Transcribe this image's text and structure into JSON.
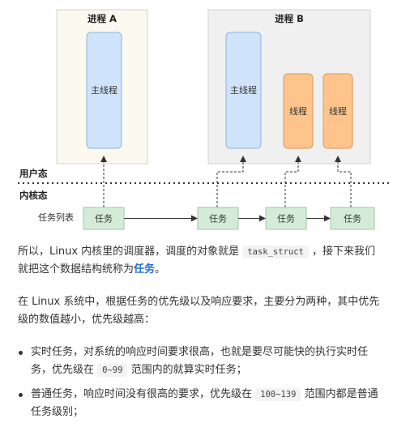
{
  "diagram": {
    "process_a": {
      "title": "进程 A",
      "main_thread": "主线程"
    },
    "process_b": {
      "title": "进程 B",
      "main_thread": "主线程",
      "thread_1": "线程",
      "thread_2": "线程"
    },
    "user_space_label": "用户态",
    "kernel_space_label": "内核态",
    "task_list_label": "任务列表",
    "tasks": [
      "任务",
      "任务",
      "任务",
      "任务"
    ],
    "colors": {
      "process_a_bg": "#fbf8ef",
      "process_b_bg": "#f0f0f0",
      "main_thread_fill": "#cfe3fb",
      "thread_fill": "#ffc48c",
      "task_fill": "#d4ecd7"
    }
  },
  "para1": {
    "before": "所以，Linux 内核里的调度器，调度的对象就是",
    "code": "task_struct",
    "after": "，接下来我们就把这个数据结构统称为",
    "highlight": "任务",
    "end": "。"
  },
  "para2": {
    "text": "在 Linux 系统中，根据任务的优先级以及响应要求，主要分为两种，其中优先级的数值越小，优先级越高："
  },
  "bullets": [
    {
      "before": "实时任务，对系统的响应时间要求很高，也就是要尽可能快的执行实时任务，优先级在",
      "code": "0~99",
      "after": "范围内的就算实时任务；"
    },
    {
      "before": "普通任务，响应时间没有很高的要求，优先级在",
      "code": "100~139",
      "after": "范围内都是普通任务级别；"
    }
  ]
}
